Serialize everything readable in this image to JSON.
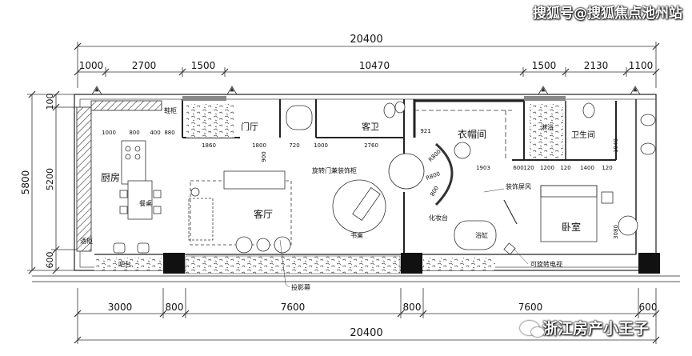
{
  "watermark_top": "搜狐号@搜狐焦点池州站",
  "watermark_bottom": "浙江房产小王子",
  "icons": [
    "wechat-icon"
  ],
  "dimensions": {
    "total_top": "20400",
    "top_segments": [
      "1000",
      "2700",
      "1500",
      "10470",
      "1500",
      "2130",
      "1100"
    ],
    "left_total": "5800",
    "left_segments": [
      "100",
      "5200",
      "600"
    ],
    "bottom_segments": [
      "3000",
      "800",
      "7600",
      "800",
      "7600",
      "600"
    ],
    "total_bottom": "20400",
    "inner_top": [
      "1860",
      "1800",
      "720",
      "1000",
      "2760"
    ],
    "kitchen_row": [
      "1000",
      "800",
      "400",
      "880"
    ],
    "inner_right": [
      "600",
      "120",
      "1200",
      "120",
      "1400",
      "120"
    ],
    "misc": {
      "d900": "900",
      "d921": "921",
      "d1903": "1903",
      "d1940": "1940",
      "d3080": "3080",
      "r800a": "R800",
      "r800b": "R800",
      "d800": "800"
    }
  },
  "rooms": {
    "hallway": "门厅",
    "guest_bath": "客卫",
    "closet": "衣帽间",
    "shower": "淋浴",
    "bathroom": "卫生间",
    "kitchen": "厨房",
    "dining": "餐桌",
    "living": "客厅",
    "bedroom": "卧室",
    "study": "书桌",
    "tub": "浴缸"
  },
  "labels": {
    "shoe": "鞋柜",
    "bar": "吧台",
    "cabinet": "酒柜",
    "vanity": "化妆台",
    "rotating_door": "旋转门兼装饰柜",
    "screen": "装饰屏风",
    "tv": "可旋转电视",
    "projector": "投影幕"
  }
}
